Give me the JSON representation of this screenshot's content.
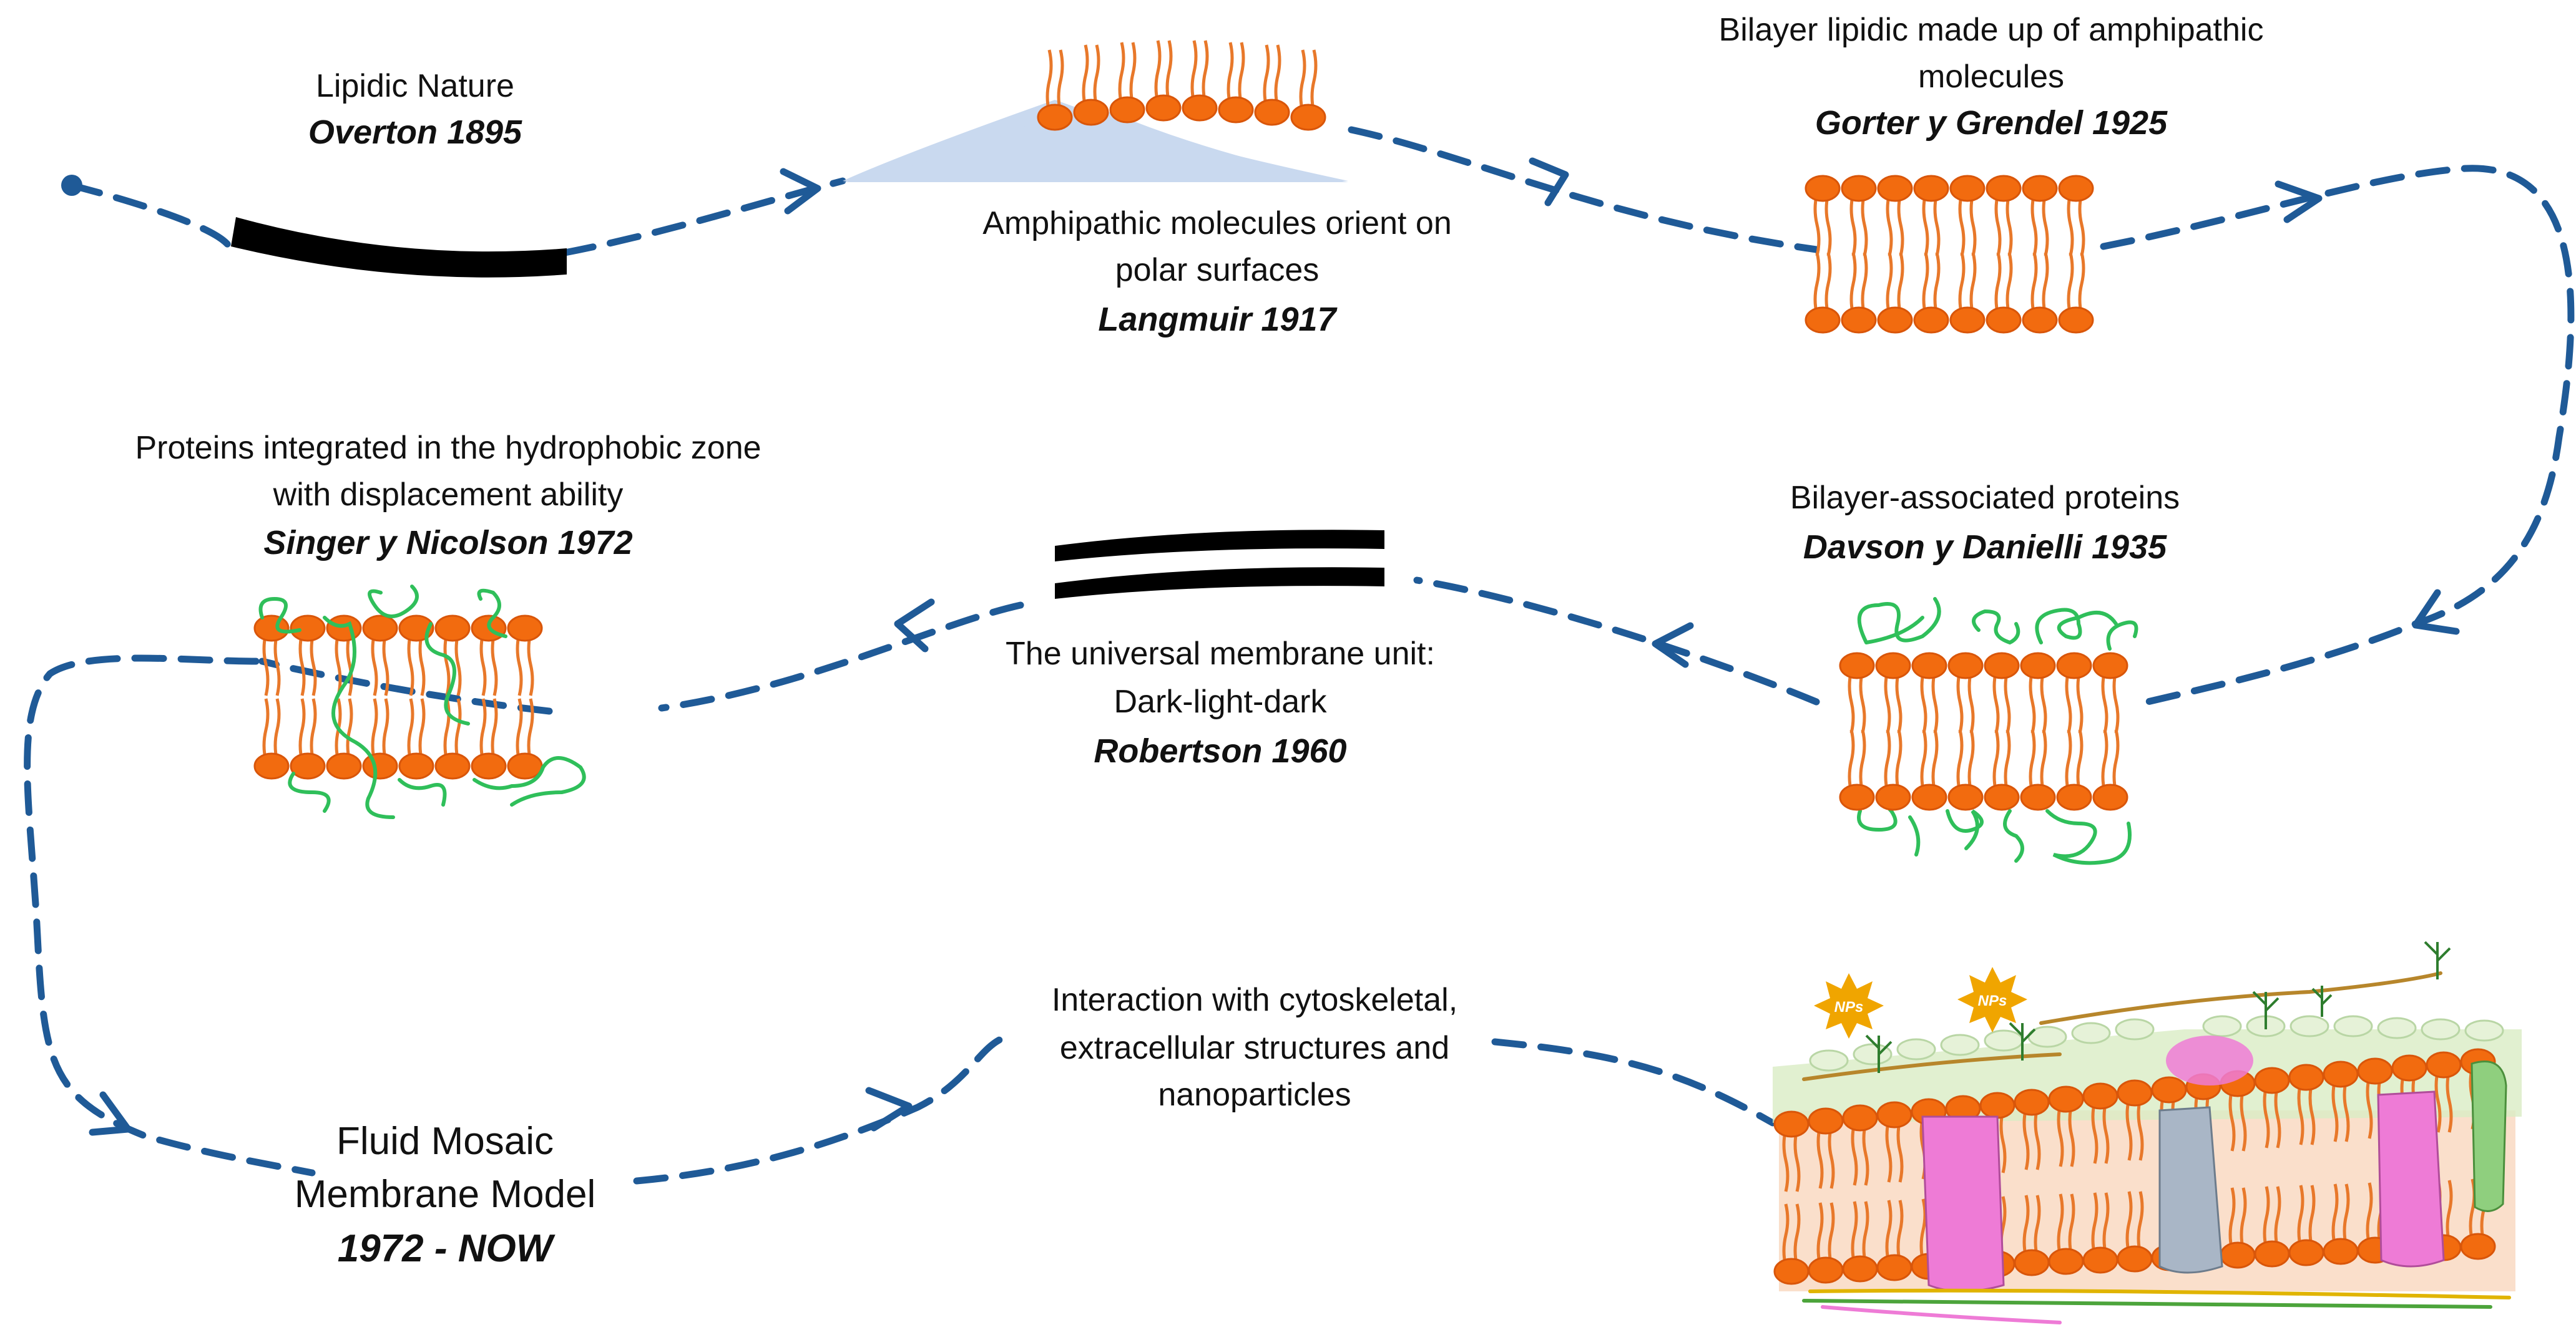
{
  "colors": {
    "path": "#1f5a97",
    "lipid_head": "#f26b0f",
    "lipid_head_edge": "#d9560a",
    "lipid_tail": "#e8782a",
    "protein": "#2fbf5a",
    "ink": "#000000",
    "langmuir_surface": "#c9d9ef",
    "mosaic_bg": "#f6c9a8",
    "pink_protein": "#ee7bd6",
    "grey_protein": "#a9b6c6",
    "green_protein": "#8fcf7e",
    "nps": "#f0a500"
  },
  "stages": [
    {
      "id": "overton",
      "caption": [
        "Lipidic Nature"
      ],
      "citation": "Overton 1895"
    },
    {
      "id": "langmuir",
      "caption": [
        "Amphipathic molecules orient on",
        "polar surfaces"
      ],
      "citation": "Langmuir 1917"
    },
    {
      "id": "gorter",
      "caption": [
        "Bilayer lipidic made up of amphipathic",
        "molecules"
      ],
      "citation": "Gorter y Grendel 1925"
    },
    {
      "id": "davson",
      "caption": [
        "Bilayer-associated proteins"
      ],
      "citation": "Davson y Danielli 1935"
    },
    {
      "id": "robertson",
      "caption": [
        "The universal membrane unit:",
        "Dark-light-dark"
      ],
      "citation": "Robertson 1960"
    },
    {
      "id": "singer",
      "caption": [
        "Proteins integrated in the hydrophobic zone",
        "with displacement ability"
      ],
      "citation": "Singer y Nicolson 1972"
    },
    {
      "id": "modern",
      "caption": [
        "Interaction with cytoskeletal,",
        "extracellular structures and",
        "nanoparticles"
      ],
      "citation": ""
    },
    {
      "id": "fluid",
      "caption": [
        "Fluid Mosaic",
        "Membrane Model"
      ],
      "citation": "1972 - NOW"
    }
  ],
  "nps_label": "NPs"
}
